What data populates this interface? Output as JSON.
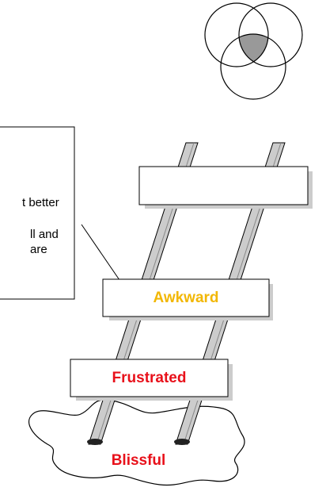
{
  "callout": {
    "line1": "t better",
    "line2": "ll and",
    "line3": "are"
  },
  "ladder": {
    "top_rung_label": "",
    "awkward_label": "Awkward",
    "frustrated_label": "Frustrated",
    "puddle_label": "Blissful"
  },
  "colors": {
    "awkward": "#f2b705",
    "frustrated": "#e8101a",
    "blissful": "#e8101a",
    "venn_intersection": "#999999"
  },
  "icons": [
    "venn-diagram-icon",
    "ladder-icon",
    "puddle-icon"
  ]
}
